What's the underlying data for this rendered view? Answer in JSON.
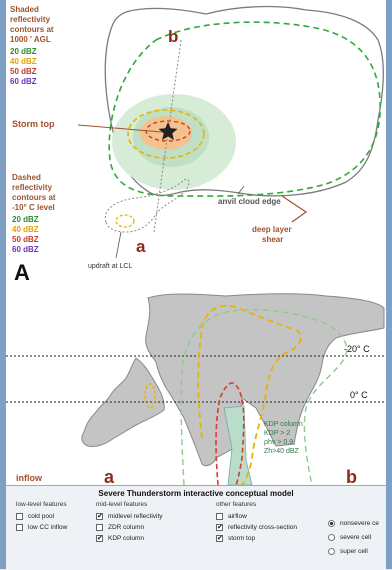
{
  "top_panel": {
    "shaded_label": [
      "Shaded",
      "reflectivity",
      "contours at",
      "1000 ' AGL"
    ],
    "shaded_levels": [
      {
        "label": "20 dBZ",
        "color": "#2e8b2e"
      },
      {
        "label": "40 dBZ",
        "color": "#e8a200"
      },
      {
        "label": "50 dBZ",
        "color": "#c0392b"
      },
      {
        "label": "60 dBZ",
        "color": "#6a35b5"
      }
    ],
    "storm_top_label": "Storm top",
    "dashed_label": [
      "Dashed",
      "reflectivity",
      "contours at",
      "-10° C level"
    ],
    "dashed_levels": [
      {
        "label": "20 dBZ",
        "color": "#2e8b2e"
      },
      {
        "label": "40 dBZ",
        "color": "#e8a200"
      },
      {
        "label": "50 dBZ",
        "color": "#c0392b"
      },
      {
        "label": "60 dBZ",
        "color": "#6a35b5"
      }
    ],
    "anvil_label": "anvil cloud edge",
    "shear_label": [
      "deep layer",
      "shear"
    ],
    "updraft_label": "updraft at LCL",
    "panel_letter": "A",
    "point_a": "a",
    "point_b": "b",
    "label_color": "#a0522d"
  },
  "bottom_panel": {
    "level_minus20": "-20° C",
    "level_0": "0° C",
    "kdp_lines": [
      "K",
      "K",
      "ρ",
      "Z"
    ],
    "kdp_text": [
      "DP column",
      "DP > 2",
      "hv > 0.9,",
      "h>40 dBZ"
    ],
    "kdp_sub": [
      "DP",
      "DP",
      "hv",
      "h"
    ],
    "kdp_full": [
      "KDP column",
      "KDP > 2",
      "ρhv > 0.9,",
      "Zh>40 dBZ"
    ],
    "inflow_label": "inflow",
    "point_a": "a",
    "point_b": "b"
  },
  "controls": {
    "title": "Severe Thunderstorm interactive conceptual model",
    "low_level": {
      "header": "low-level features",
      "options": [
        {
          "label": "cold pool",
          "checked": false
        },
        {
          "label": "low CC inflow",
          "checked": false
        }
      ]
    },
    "mid_level": {
      "header": "mid-level features",
      "options": [
        {
          "label": "midlevel reflectivity",
          "checked": true
        },
        {
          "label": "ZDR column",
          "checked": false
        },
        {
          "label": "KDP column",
          "checked": true
        }
      ]
    },
    "other": {
      "header": "other features",
      "options": [
        {
          "label": "airflow",
          "checked": false
        },
        {
          "label": "reflectivity cross-section",
          "checked": true
        },
        {
          "label": "storm top",
          "checked": true
        }
      ]
    },
    "cell_type": {
      "options": [
        {
          "label": "nonsevere ce",
          "selected": true
        },
        {
          "label": "severe cell",
          "selected": false
        },
        {
          "label": "super cell",
          "selected": false
        }
      ]
    },
    "check_glyph": "✔"
  }
}
